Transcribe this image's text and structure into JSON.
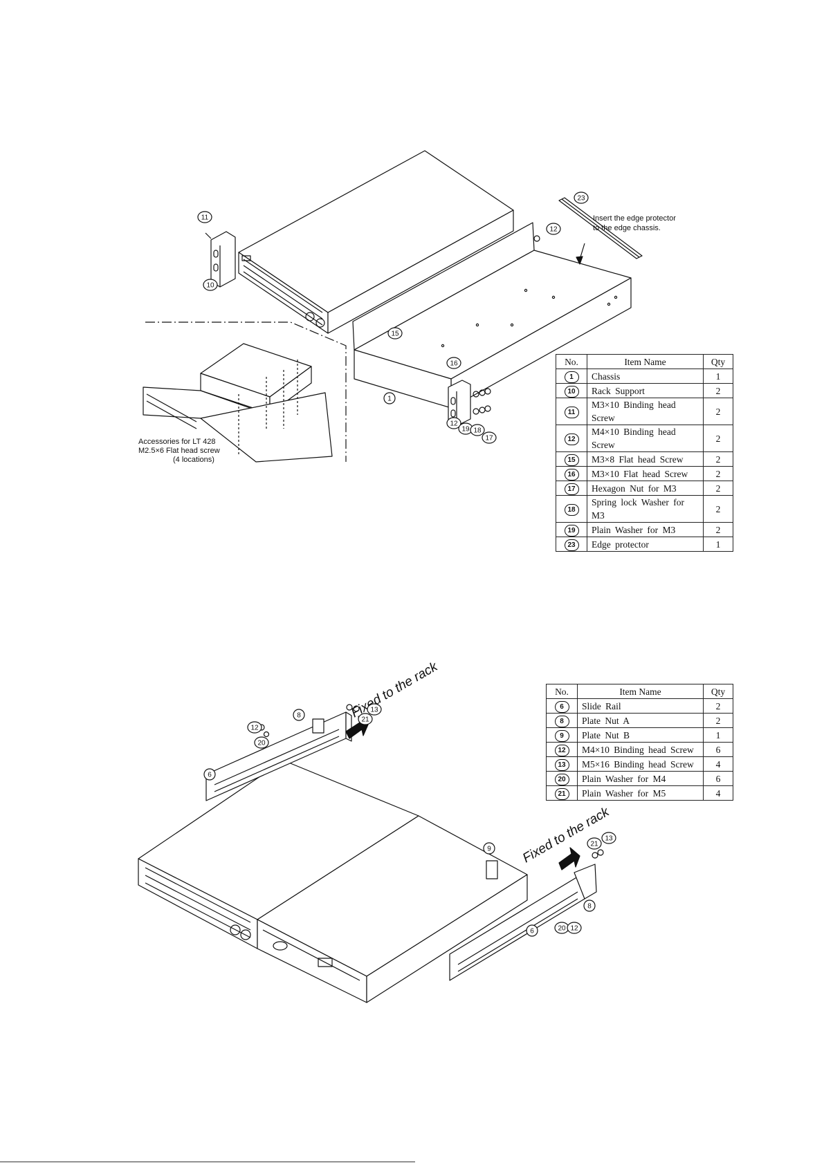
{
  "table1": {
    "headers": {
      "no": "No.",
      "name": "Item Name",
      "qty": "Qty"
    },
    "rows": [
      {
        "no": "1",
        "name": "Chassis",
        "qty": "1"
      },
      {
        "no": "10",
        "name": "Rack Support",
        "qty": "2"
      },
      {
        "no": "11",
        "name": "M3×10 Binding head Screw",
        "qty": "2"
      },
      {
        "no": "12",
        "name": "M4×10 Binding head Screw",
        "qty": "2"
      },
      {
        "no": "15",
        "name": "M3×8 Flat head Screw",
        "qty": "2"
      },
      {
        "no": "16",
        "name": "M3×10 Flat head Screw",
        "qty": "2"
      },
      {
        "no": "17",
        "name": "Hexagon Nut for M3",
        "qty": "2"
      },
      {
        "no": "18",
        "name": "Spring lock Washer for M3",
        "qty": "2"
      },
      {
        "no": "19",
        "name": "Plain Washer for M3",
        "qty": "2"
      },
      {
        "no": "23",
        "name": "Edge protector",
        "qty": "1"
      }
    ]
  },
  "table2": {
    "headers": {
      "no": "No.",
      "name": "Item Name",
      "qty": "Qty"
    },
    "rows": [
      {
        "no": "6",
        "name": "Slide Rail",
        "qty": "2"
      },
      {
        "no": "8",
        "name": "Plate Nut A",
        "qty": "2"
      },
      {
        "no": "9",
        "name": "Plate Nut B",
        "qty": "1"
      },
      {
        "no": "12",
        "name": "M4×10 Binding head Screw",
        "qty": "6"
      },
      {
        "no": "13",
        "name": "M5×16 Binding head Screw",
        "qty": "4"
      },
      {
        "no": "20",
        "name": "Plain Washer for M4",
        "qty": "6"
      },
      {
        "no": "21",
        "name": "Plain Washer for M5",
        "qty": "4"
      }
    ]
  },
  "annotations": {
    "edge_note_line1": "Insert the edge protector",
    "edge_note_line2": "to the edge chassis.",
    "acc_line1": "Accessories for LT 428",
    "acc_line2": "M2.5×6 Flat head screw",
    "acc_line3": "(4 locations)",
    "fixed_left": "Fixed to the rack",
    "fixed_right": "Fixed to the rack"
  },
  "callouts_top": [
    "11",
    "10",
    "23",
    "12",
    "15",
    "1",
    "16",
    "12",
    "19",
    "18",
    "17"
  ],
  "callouts_bottom": [
    "8",
    "13",
    "12",
    "21",
    "20",
    "6",
    "9",
    "13",
    "21",
    "8",
    "20",
    "12",
    "6"
  ]
}
